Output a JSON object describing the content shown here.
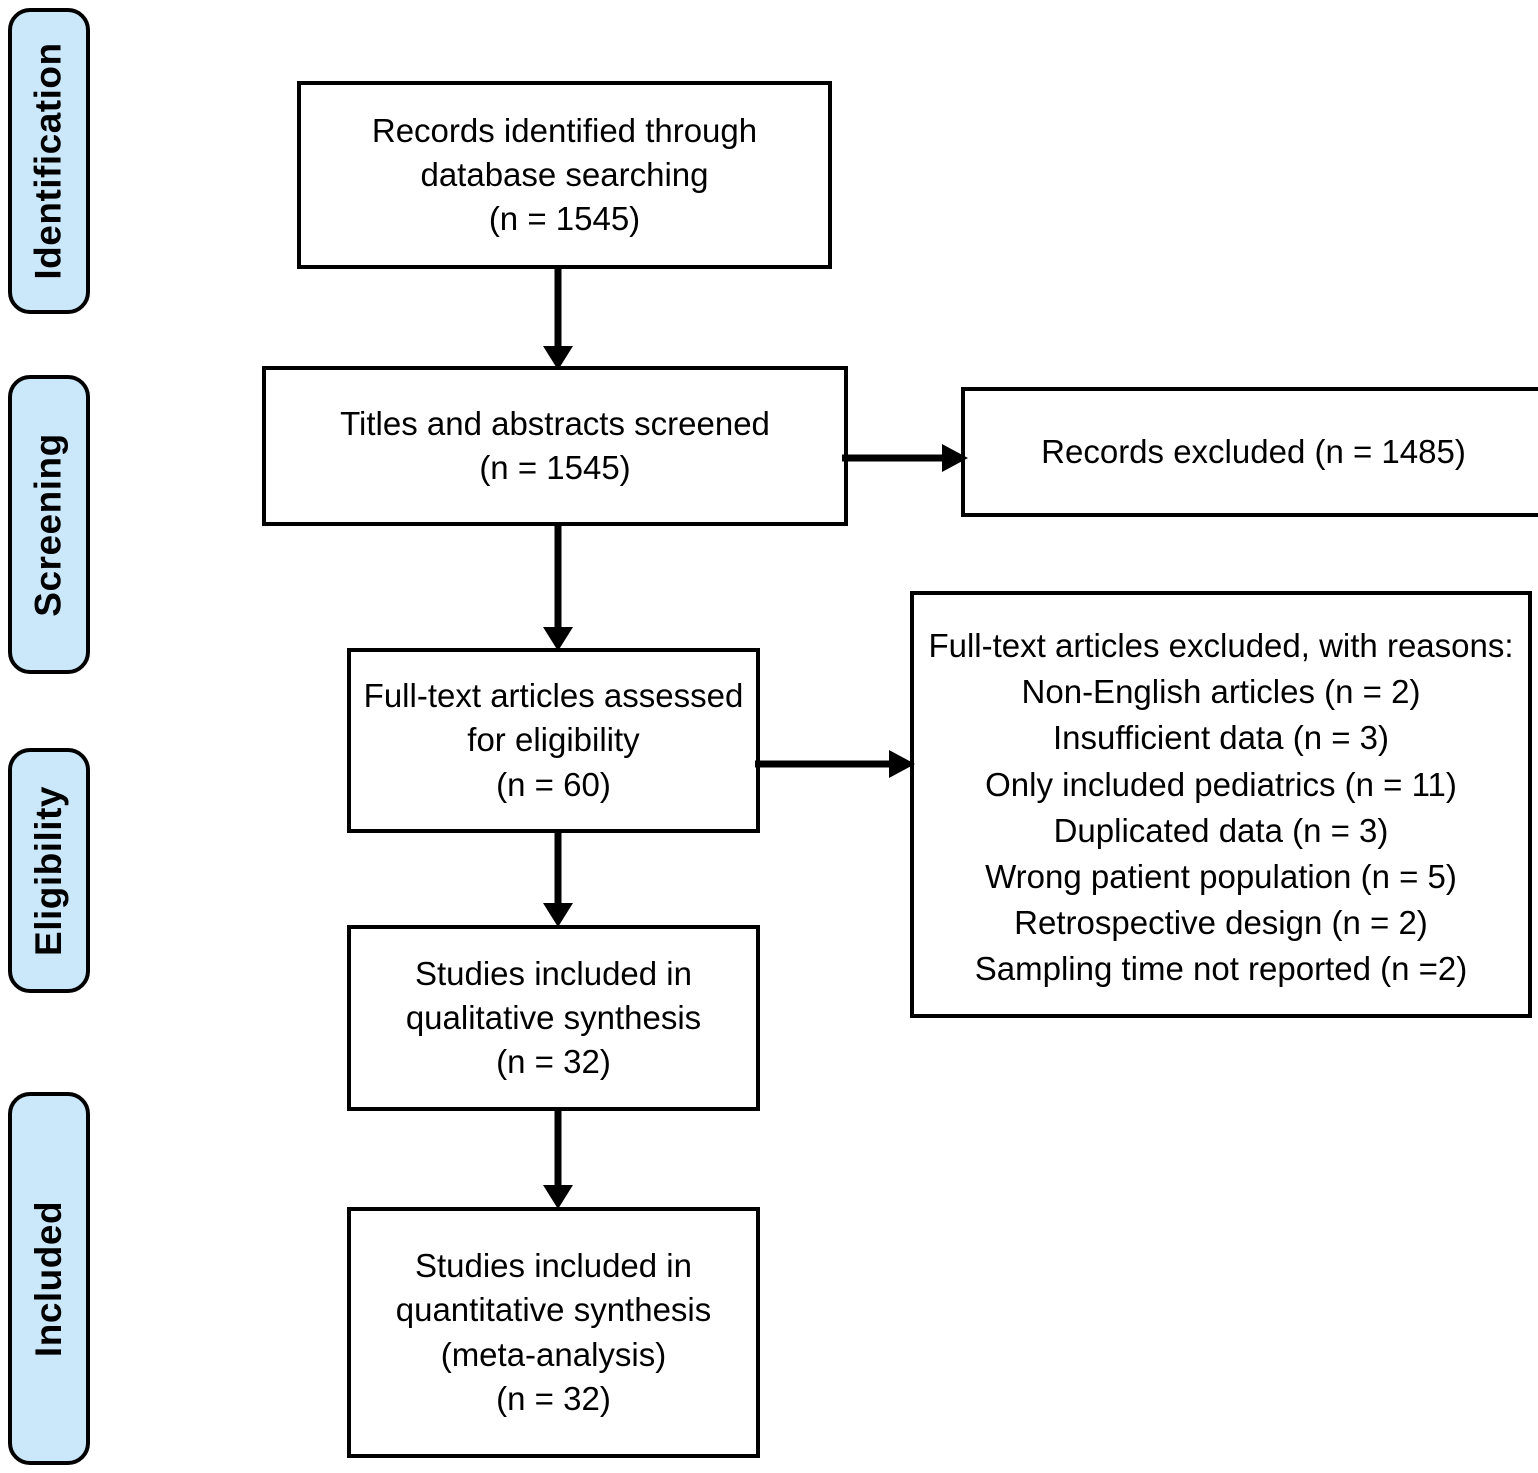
{
  "diagram": {
    "type": "prisma-flow-diagram",
    "accent_color": "#CBE8FB",
    "line_color": "#000000",
    "background_color": "#FFFFFF"
  },
  "stages": [
    {
      "label": "Identification"
    },
    {
      "label": "Screening"
    },
    {
      "label": "Eligibility"
    },
    {
      "label": "Included"
    }
  ],
  "boxes": {
    "records_identified": "Records identified through\ndatabase searching\n(n = 1545)",
    "titles_screened": "Titles and abstracts screened\n(n = 1545)",
    "records_excluded": "Records excluded (n = 1485)",
    "fulltext_assessed": "Full-text articles assessed\nfor eligibility\n(n = 60)",
    "fulltext_excluded": "Full-text articles excluded, with reasons:\nNon-English articles (n = 2)\nInsufficient data (n = 3)\nOnly included pediatrics (n = 11)\nDuplicated data (n = 3)\nWrong patient population (n = 5)\nRetrospective design (n = 2)\nSampling time not reported (n =2)",
    "qualitative_synthesis": "Studies included in\nqualitative synthesis\n(n = 32)",
    "quantitative_synthesis": "Studies included in\nquantitative synthesis\n(meta-analysis)\n(n = 32)"
  },
  "exclusion_reasons": [
    {
      "reason": "Non-English articles",
      "n": 2
    },
    {
      "reason": "Insufficient data",
      "n": 3
    },
    {
      "reason": "Only included pediatrics",
      "n": 11
    },
    {
      "reason": "Duplicated data",
      "n": 3
    },
    {
      "reason": "Wrong patient population",
      "n": 5
    },
    {
      "reason": "Retrospective design",
      "n": 2
    },
    {
      "reason": "Sampling time not reported",
      "n": 2
    }
  ],
  "counts": {
    "records_identified": 1545,
    "titles_screened": 1545,
    "records_excluded": 1485,
    "fulltext_assessed": 60,
    "qualitative_synthesis": 32,
    "quantitative_synthesis": 32
  }
}
